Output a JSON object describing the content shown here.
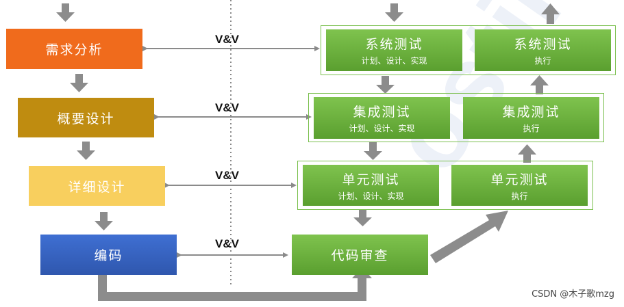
{
  "left_chain": {
    "requirements": "需求分析",
    "outline_design": "概要设计",
    "detailed_design": "详细设计",
    "coding": "编码"
  },
  "right_chain": {
    "system_test_plan": {
      "title": "系统测试",
      "subtitle": "计划、设计、实现"
    },
    "system_test_exec": {
      "title": "系统测试",
      "subtitle": "执行"
    },
    "integration_test_plan": {
      "title": "集成测试",
      "subtitle": "计划、设计、实现"
    },
    "integration_test_exec": {
      "title": "集成测试",
      "subtitle": "执行"
    },
    "unit_test_plan": {
      "title": "单元测试",
      "subtitle": "计划、设计、实现"
    },
    "unit_test_exec": {
      "title": "单元测试",
      "subtitle": "执行"
    },
    "code_review": "代码审查"
  },
  "vv_labels": [
    "V&V",
    "V&V",
    "V&V",
    "V&V"
  ],
  "credit": "CSDN @木子歌mzg",
  "colors": {
    "requirements": "#f06b1c",
    "outline_design": "#bf8c10",
    "detailed_design": "#f8cf5e",
    "coding": "#3a67c8",
    "test_green": "#6db33f",
    "arrow_gray": "#8c8c8c"
  }
}
